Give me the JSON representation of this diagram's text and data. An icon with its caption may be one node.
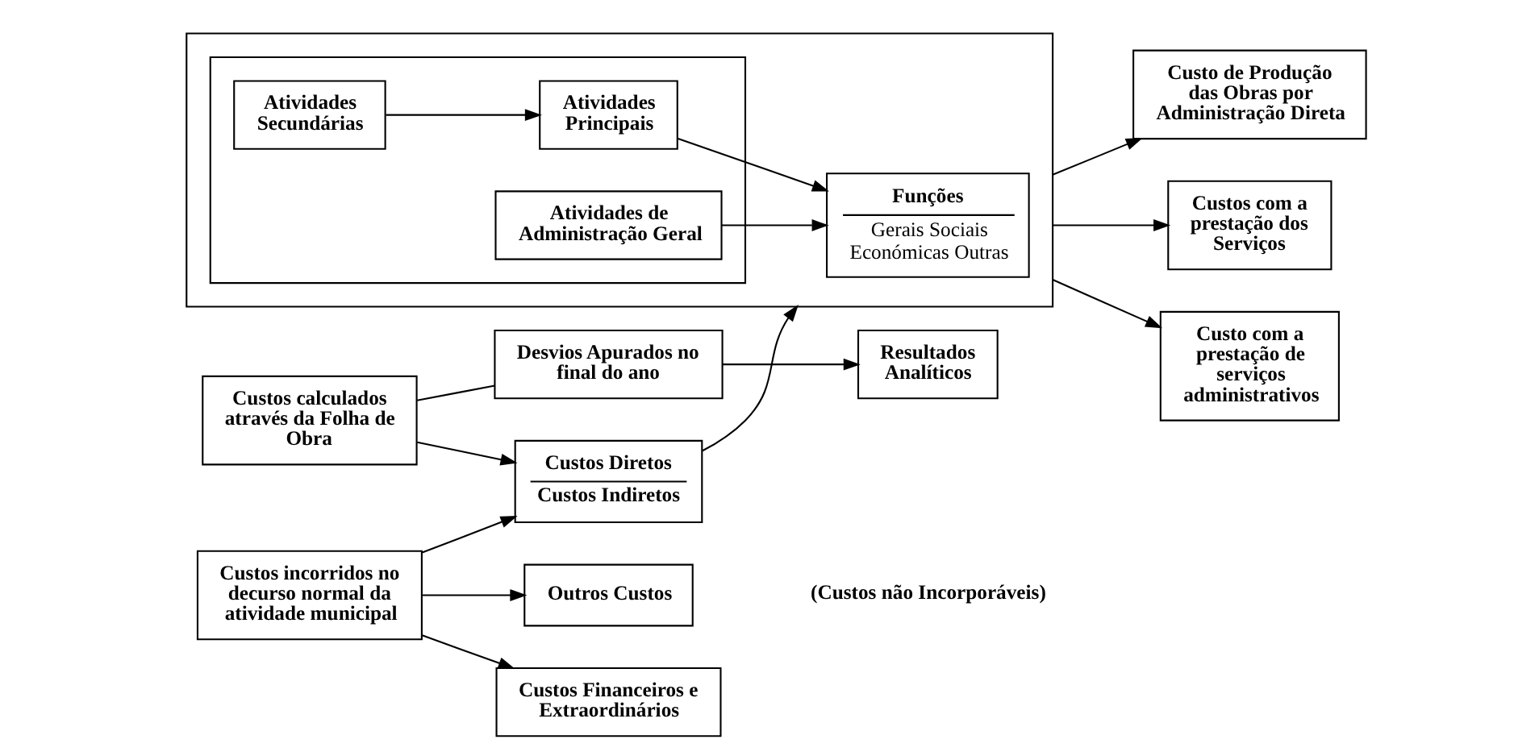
{
  "diagram": {
    "nodes": [
      {
        "text": [
          "Custos incorridos no decurso normal da atividade municipal"
        ]
      },
      {
        "text": [
          "Custos calculados através da Folha de Obra"
        ]
      },
      {
        "text": [
          "Custos Diretos",
          "Custos Indiretos"
        ]
      },
      {
        "text": [],
        "shape": "box"
      },
      {
        "text": [],
        "shape": "box",
        "in": 3
      },
      {
        "text": [
          "Atividades Principais"
        ],
        "in": 4
      },
      {
        "text": [
          "Atividades Secundárias"
        ],
        "in": 4
      },
      {
        "text": [
          "Atividades de Administração Geral"
        ],
        "in": 4
      },
      {
        "text": [
          "Funções",
          "Gerais Sociais Económicas Outras"
        ],
        "in": 3
      },
      {
        "text": [
          "Custos Financeiros e Extraordinários"
        ]
      },
      {
        "text": [
          "Outros Custos"
        ]
      },
      {
        "text": [
          "Desvios Apurados no final do ano"
        ]
      },
      {
        "text": [
          "Resultados Analíticos"
        ]
      },
      {
        "text": [
          "Custo de Produção das Obras por Administração Direta"
        ]
      },
      {
        "text": [
          "Custos com a prestação dos Serviços"
        ]
      },
      {
        "text": [
          "Custo com a prestação de serviços administrativos"
        ]
      }
    ],
    "edges": [
      {
        "from": 0,
        "to": 2,
        "arrow": "to"
      },
      {
        "from": 1,
        "to": 2,
        "arrow": "to"
      },
      {
        "from": 2,
        "to": 3,
        "arrow": "to"
      },
      {
        "from": 6,
        "to": 5,
        "arrow": "to"
      },
      {
        "from": 5,
        "to": 8,
        "arrow": "to"
      },
      {
        "from": 7,
        "to": 8,
        "arrow": "to"
      },
      {
        "from": 0,
        "to": 9,
        "arrow": "to"
      },
      {
        "from": 0,
        "to": 10,
        "arrow": "to"
      },
      {
        "from": 1,
        "to": 11,
        "arrow": "none"
      },
      {
        "from": 11,
        "to": 12,
        "arrow": "to"
      },
      {
        "from": 3,
        "to": 13,
        "arrow": "to"
      },
      {
        "from": 3,
        "to": 14,
        "arrow": "to"
      },
      {
        "from": 3,
        "to": 15,
        "arrow": "to"
      }
    ],
    "labels": [
      "(Custos não Incorporáveis)"
    ]
  }
}
